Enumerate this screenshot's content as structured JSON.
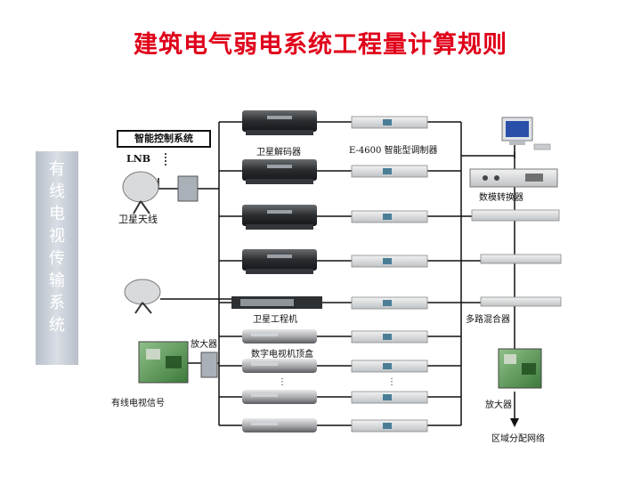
{
  "title": "建筑电气弱电系统工程量计算规则",
  "sidebar_label": "有\n线\n电\n视\n传\n输\n系\n统",
  "labels": {
    "smart_control": "智能控制系统",
    "lnb": "LNB",
    "satellite_antenna": "卫星天线",
    "satellite_decoder": "卫星解码器",
    "modulator": "E-4600 智能型调制器",
    "da_converter": "数模转换器",
    "satellite_engineering": "卫星工程机",
    "mixer": "多路混合器",
    "amplifier_left": "放大器",
    "digital_stb": "数字电视机顶盒",
    "cable_signal": "有线电视信号",
    "amplifier_right": "放大器",
    "regional_network": "区域分配网络"
  },
  "colors": {
    "title": "#e0001a",
    "sidebar": "#c4cad3",
    "line": "#111111"
  }
}
